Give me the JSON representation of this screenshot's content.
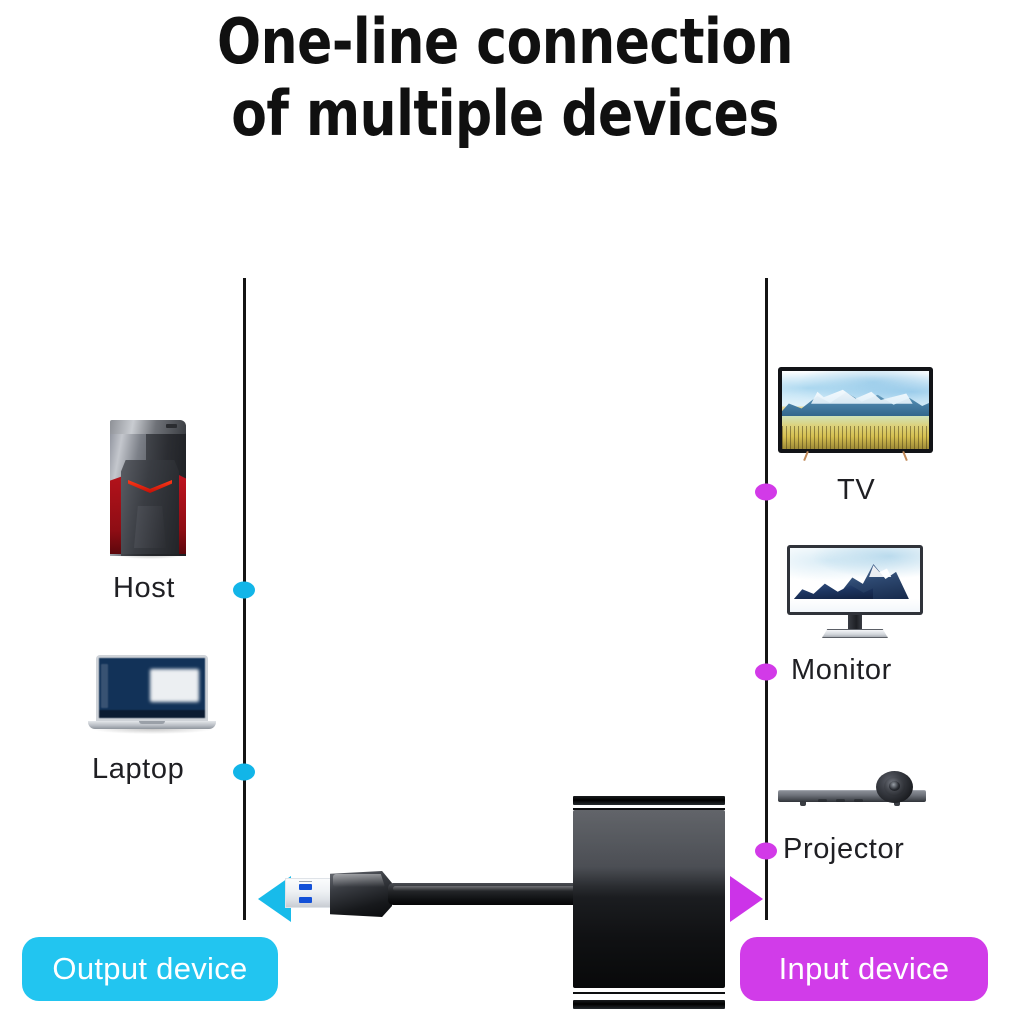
{
  "headline": {
    "line1": "One-line connection",
    "line2": "of multiple devices"
  },
  "colors": {
    "output_accent": "#18bbea",
    "input_accent": "#cc33e8",
    "rail": "#141414",
    "background": "#ffffff",
    "label_text": "#1f1f23",
    "pill_text": "#ffffff"
  },
  "output_side": {
    "pill_label": "Output device",
    "devices": [
      {
        "label": "Host",
        "icon": "desktop-tower-icon"
      },
      {
        "label": "Laptop",
        "icon": "laptop-icon"
      }
    ],
    "arrow": "triangle-left-icon",
    "rail": "vertical-line"
  },
  "input_side": {
    "pill_label": "Input device",
    "devices": [
      {
        "label": "TV",
        "icon": "television-icon"
      },
      {
        "label": "Monitor",
        "icon": "computer-monitor-icon"
      },
      {
        "label": "Projector",
        "icon": "projector-icon"
      }
    ],
    "arrow": "triangle-right-icon",
    "rail": "vertical-line"
  },
  "adapter": {
    "name": "usb-hub-adapter",
    "connector": "usb-a-3.0-plug-icon",
    "cable": "cable-icon",
    "hub": "hub-body-icon"
  }
}
